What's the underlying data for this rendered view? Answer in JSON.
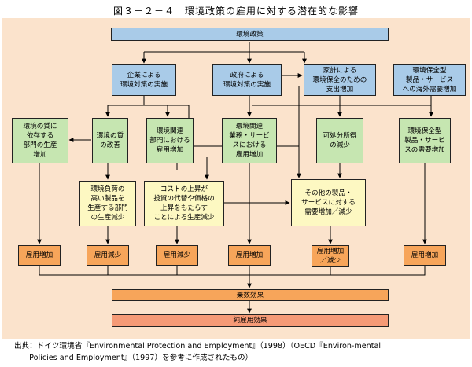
{
  "title": "図３－２－４　環境政策の雇用に対する潜在的な影響",
  "boxes": {
    "policy": "環境政策",
    "corp_measures": "企業による\n環境対策の実施",
    "gov_measures": "政府による\n環境対策の実施",
    "household_measures": "家計による\n環境保全のための\n支出増加",
    "overseas_demand": "環境保全型\n製品・サービス\nへの海外需要増加",
    "quality_sector": "環境の質に\n依存する\n部門の生産\n増加",
    "quality_improve": "環境の質\nの改善",
    "related_emp": "環境関連\n部門における\n雇用増加",
    "services_emp": "環境関連\n業務・サービ\nスにおける\n雇用増加",
    "disposable_income": "可処分所得\nの減少",
    "green_products_demand": "環境保全型\n製品・サービ\nスの需要増加",
    "high_load_products": "環境負荷の\n高い製品を\n生産する部門\nの生産減少",
    "cost_rise": "コストの上昇が\n投資の代替や価格の\n上昇をもたらす\nことによる生産減少",
    "other_products": "その他の製品・\nサービスに対する\n需要増加／減少",
    "emp1": "雇用増加",
    "emp2": "雇用減少",
    "emp3": "雇用減少",
    "emp4": "雇用増加",
    "emp5": "雇用増加\n／減少",
    "emp6": "雇用増加",
    "multiplier": "乗数効果",
    "net_emp": "純雇用効果"
  },
  "source": "出典：ドイツ環境省『Environmental Protection and Employment』（1998）（OECD『Environ-mental\n　　Policies and Employment』（1997）を参考に作成されたもの）"
}
